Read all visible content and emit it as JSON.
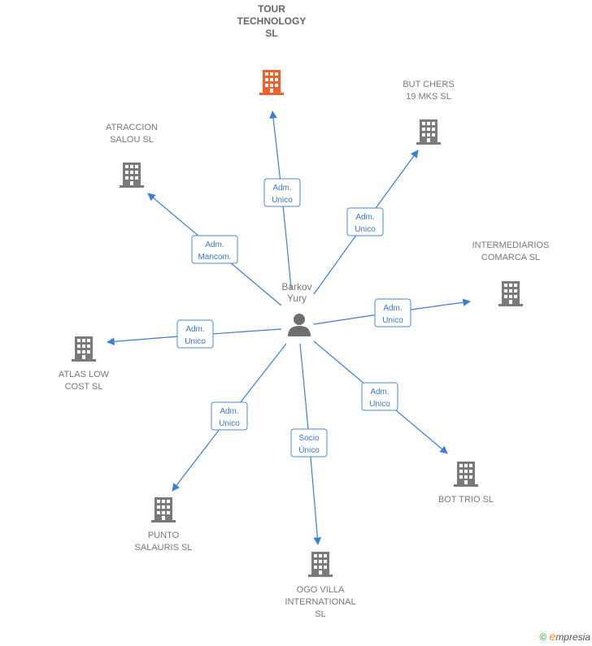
{
  "center": {
    "name_lines": [
      "Barkov",
      "Yury"
    ],
    "icon": "person-icon"
  },
  "companies": [
    {
      "id": "tour-technology",
      "lines": [
        "TOUR",
        "TECHNOLOGY",
        "SL"
      ],
      "highlight": true,
      "relation": [
        "Adm.",
        "Unico"
      ]
    },
    {
      "id": "but-chers",
      "lines": [
        "BUT CHERS",
        "19 MKS  SL"
      ],
      "highlight": false,
      "relation": [
        "Adm.",
        "Unico"
      ]
    },
    {
      "id": "atraccion-salou",
      "lines": [
        "ATRACCION",
        "SALOU  SL"
      ],
      "highlight": false,
      "relation": [
        "Adm.",
        "Mancom."
      ]
    },
    {
      "id": "intermediarios-comarca",
      "lines": [
        "INTERMEDIARIOS",
        "COMARCA SL"
      ],
      "highlight": false,
      "relation": [
        "Adm.",
        "Unico"
      ]
    },
    {
      "id": "atlas-low-cost",
      "lines": [
        "ATLAS LOW",
        "COST  SL"
      ],
      "highlight": false,
      "relation": [
        "Adm.",
        "Unico"
      ]
    },
    {
      "id": "bot-trio",
      "lines": [
        "BOT TRIO  SL"
      ],
      "highlight": false,
      "relation": [
        "Adm.",
        "Unico"
      ]
    },
    {
      "id": "punto-salauris",
      "lines": [
        "PUNTO",
        "SALAURIS SL"
      ],
      "highlight": false,
      "relation": [
        "Adm.",
        "Unico"
      ]
    },
    {
      "id": "ogo-villa",
      "lines": [
        "OGO VILLA",
        "INTERNATIONAL",
        "SL"
      ],
      "highlight": false,
      "relation": [
        "Socio",
        "Único"
      ]
    }
  ],
  "colors": {
    "edge": "#3a7fd5",
    "building": "#7a7a7a",
    "building_highlight": "#f0602a",
    "person": "#6f6f6f"
  },
  "icons": {
    "company": "building-icon",
    "copyright": "copyright-icon"
  },
  "watermark": {
    "symbol": "©",
    "brand_initial": "e",
    "brand_rest": "mpresia"
  }
}
